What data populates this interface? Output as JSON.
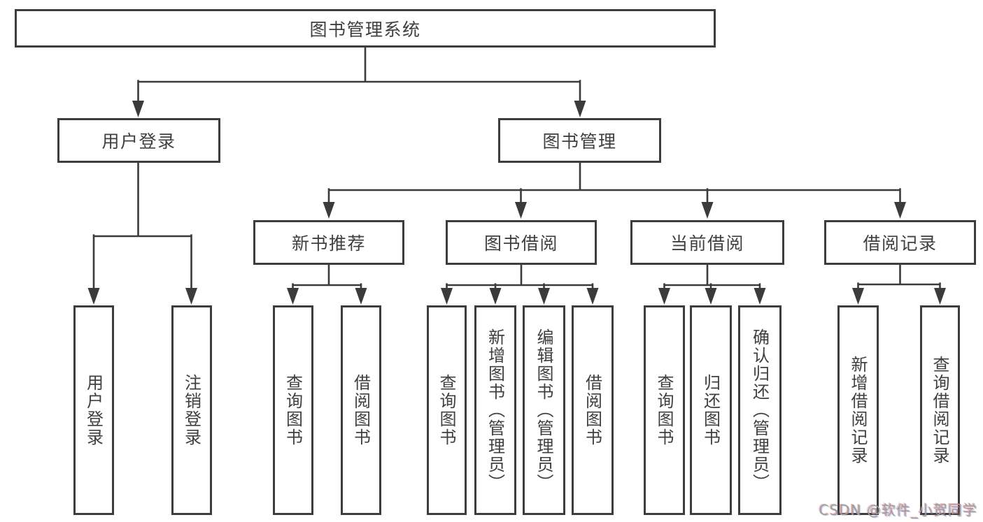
{
  "diagram": {
    "title": "图书管理系统",
    "login_branch": {
      "label": "用户登录",
      "children": [
        {
          "label": "用户登录"
        },
        {
          "label": "注销登录"
        }
      ]
    },
    "mgmt_branch": {
      "label": "图书管理",
      "groups": [
        {
          "label": "新书推荐",
          "children": [
            {
              "label": "查询图书"
            },
            {
              "label": "借阅图书"
            }
          ]
        },
        {
          "label": "图书借阅",
          "children": [
            {
              "label": "查询图书"
            },
            {
              "label": "新增图书（管理员）"
            },
            {
              "label": "编辑图书（管理员）"
            },
            {
              "label": "借阅图书"
            }
          ]
        },
        {
          "label": "当前借阅",
          "children": [
            {
              "label": "查询图书"
            },
            {
              "label": "归还图书"
            },
            {
              "label": "确认归还（管理员）"
            }
          ]
        },
        {
          "label": "借阅记录",
          "children": [
            {
              "label": "新增借阅记录"
            },
            {
              "label": "查询借阅记录"
            }
          ]
        }
      ]
    },
    "watermark": "CSDN @软件_小贺同学",
    "colors": {
      "line": "#3b3b3b",
      "box_border": "#3d3d3d",
      "text": "#3f3f3f",
      "background": "#ffffff",
      "watermark_text": "#9e9e9e"
    }
  }
}
